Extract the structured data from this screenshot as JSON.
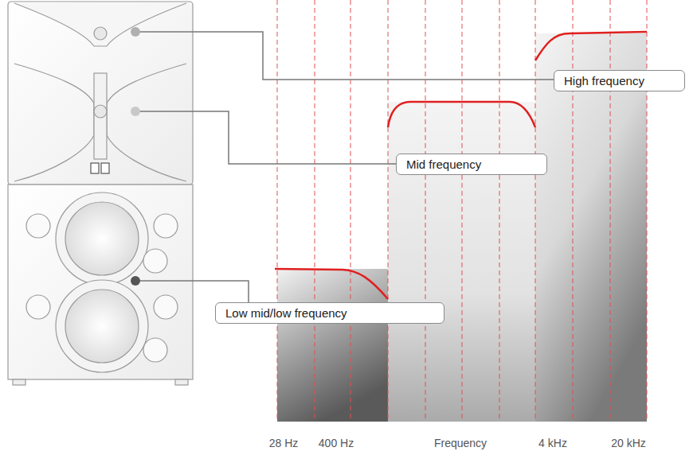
{
  "diagram": {
    "nodes": [
      {
        "text": [
          "High frequency"
        ]
      },
      {
        "text": [
          "Mid frequency"
        ]
      },
      {
        "text": [
          "Low mid/low frequency"
        ]
      }
    ],
    "labels": [
      "28 Hz",
      "400 Hz",
      "Frequency",
      "4 kHz",
      "20 kHz"
    ]
  }
}
